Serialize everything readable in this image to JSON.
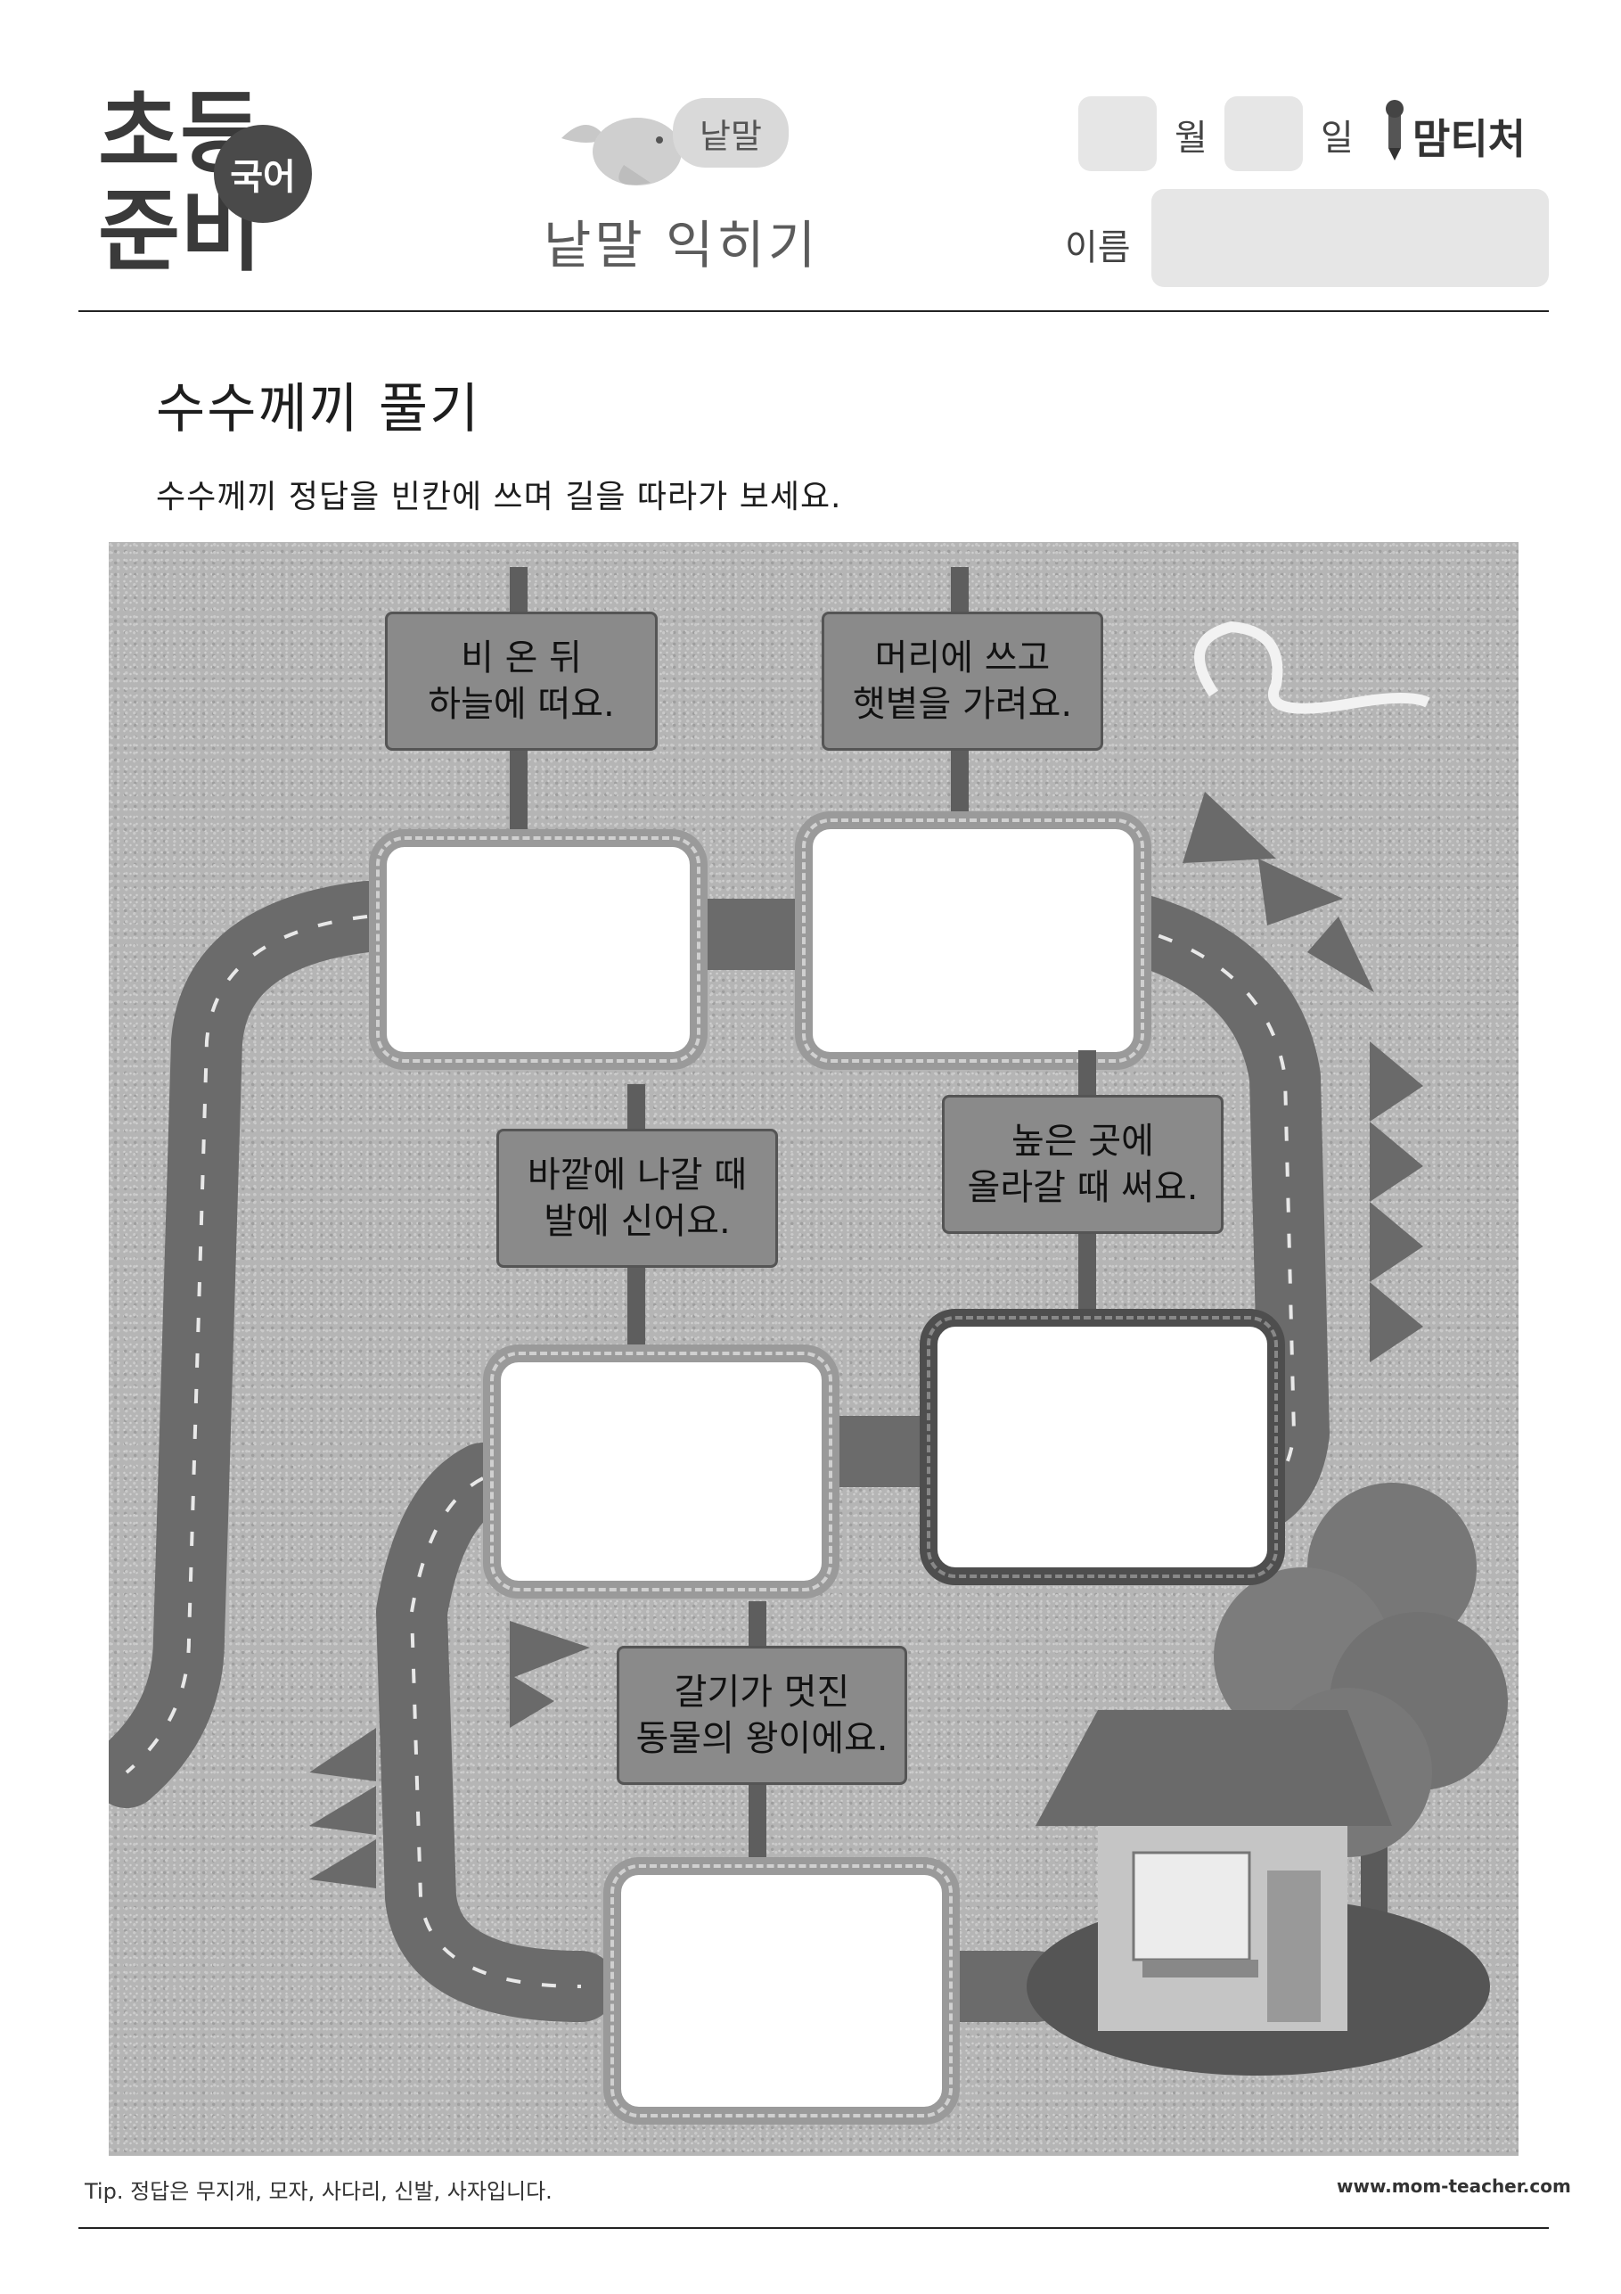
{
  "header": {
    "logo_line1": "초등",
    "logo_line2": "준비",
    "logo_badge": "국어",
    "tag": "낱말",
    "subtitle": "낱말 익히기",
    "month_label": "월",
    "day_label": "일",
    "name_label": "이름",
    "brand": "맘티처"
  },
  "section": {
    "title": "수수께끼 풀기",
    "instruction": "수수께끼 정답을 빈칸에 쓰며 길을 따라가 보세요."
  },
  "riddles": [
    {
      "line1": "비 온 뒤",
      "line2": "하늘에 떠요."
    },
    {
      "line1": "머리에 쓰고",
      "line2": "햇볕을 가려요."
    },
    {
      "line1": "바깥에 나갈 때",
      "line2": "발에 신어요."
    },
    {
      "line1": "높은 곳에",
      "line2": "올라갈 때 써요."
    },
    {
      "line1": "갈기가 멋진",
      "line2": "동물의 왕이에요."
    }
  ],
  "footer": {
    "tip": "Tip. 정답은 무지개, 모자, 사다리, 신발, 사자입니다.",
    "url": "www.mom-teacher.com"
  }
}
